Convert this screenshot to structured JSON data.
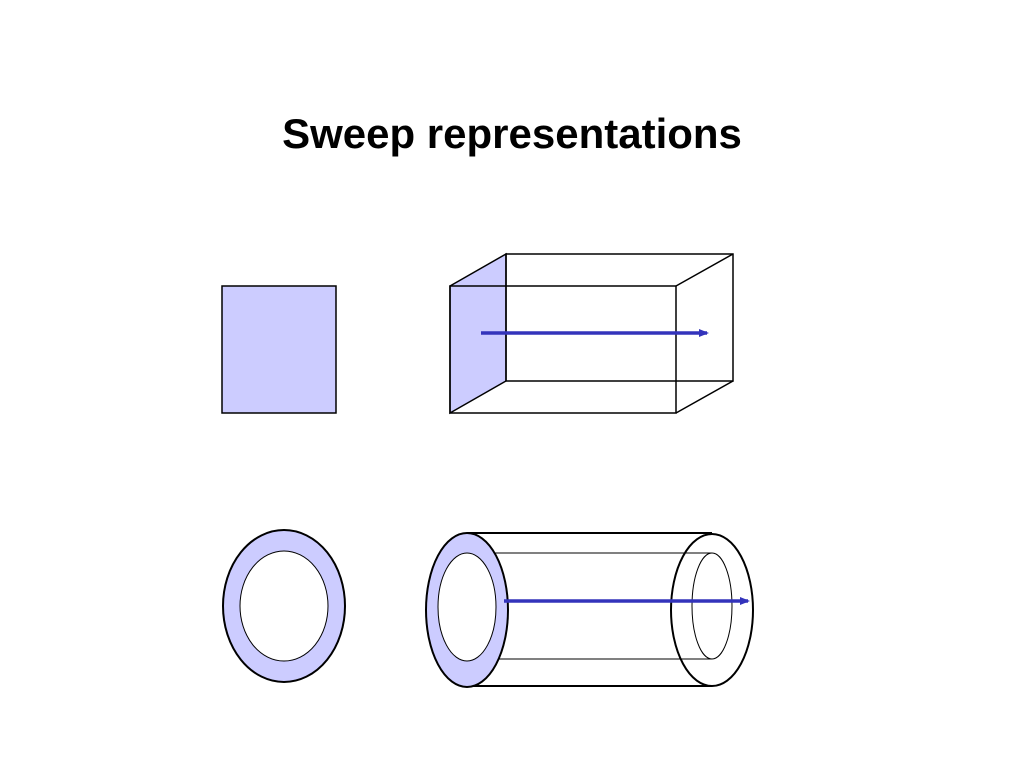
{
  "slide": {
    "title": "Sweep representations"
  },
  "colors": {
    "profile_fill": "#ccccff",
    "sweep_arrow": "#3333bb",
    "outline": "#000000",
    "background": "#ffffff"
  },
  "figures": [
    {
      "name": "rectangle-profile"
    },
    {
      "name": "box-sweep"
    },
    {
      "name": "annulus-profile"
    },
    {
      "name": "tube-sweep"
    }
  ]
}
